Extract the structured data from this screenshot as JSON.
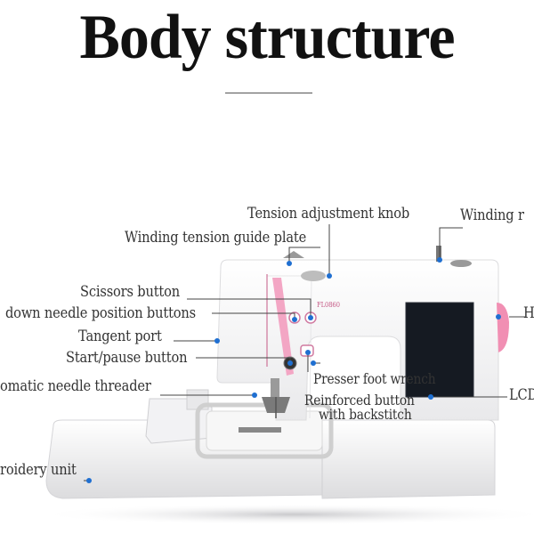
{
  "title": "Body structure",
  "display_model": "FL0860",
  "labels": {
    "tension_knob": "Tension adjustment knob",
    "winding_rod": "Winding r",
    "winding_plate": "Winding tension guide plate",
    "scissors": "Scissors button",
    "needle_position": "down needle position buttons",
    "tangent_port": "Tangent port",
    "start_pause": "Start/pause button",
    "threader": "omatic needle threader",
    "embroidery_unit": "roidery unit",
    "presser_wrench": "Presser foot wrench",
    "reinforced_1": "Reinforced button",
    "reinforced_2": "with backstitch",
    "handwheel": "H",
    "lcd": "LCD"
  },
  "colors": {
    "accent_pink": "#f3a6c4",
    "dot_blue": "#1f6fd1",
    "screen": "#151a22",
    "body": "#fafafa"
  }
}
